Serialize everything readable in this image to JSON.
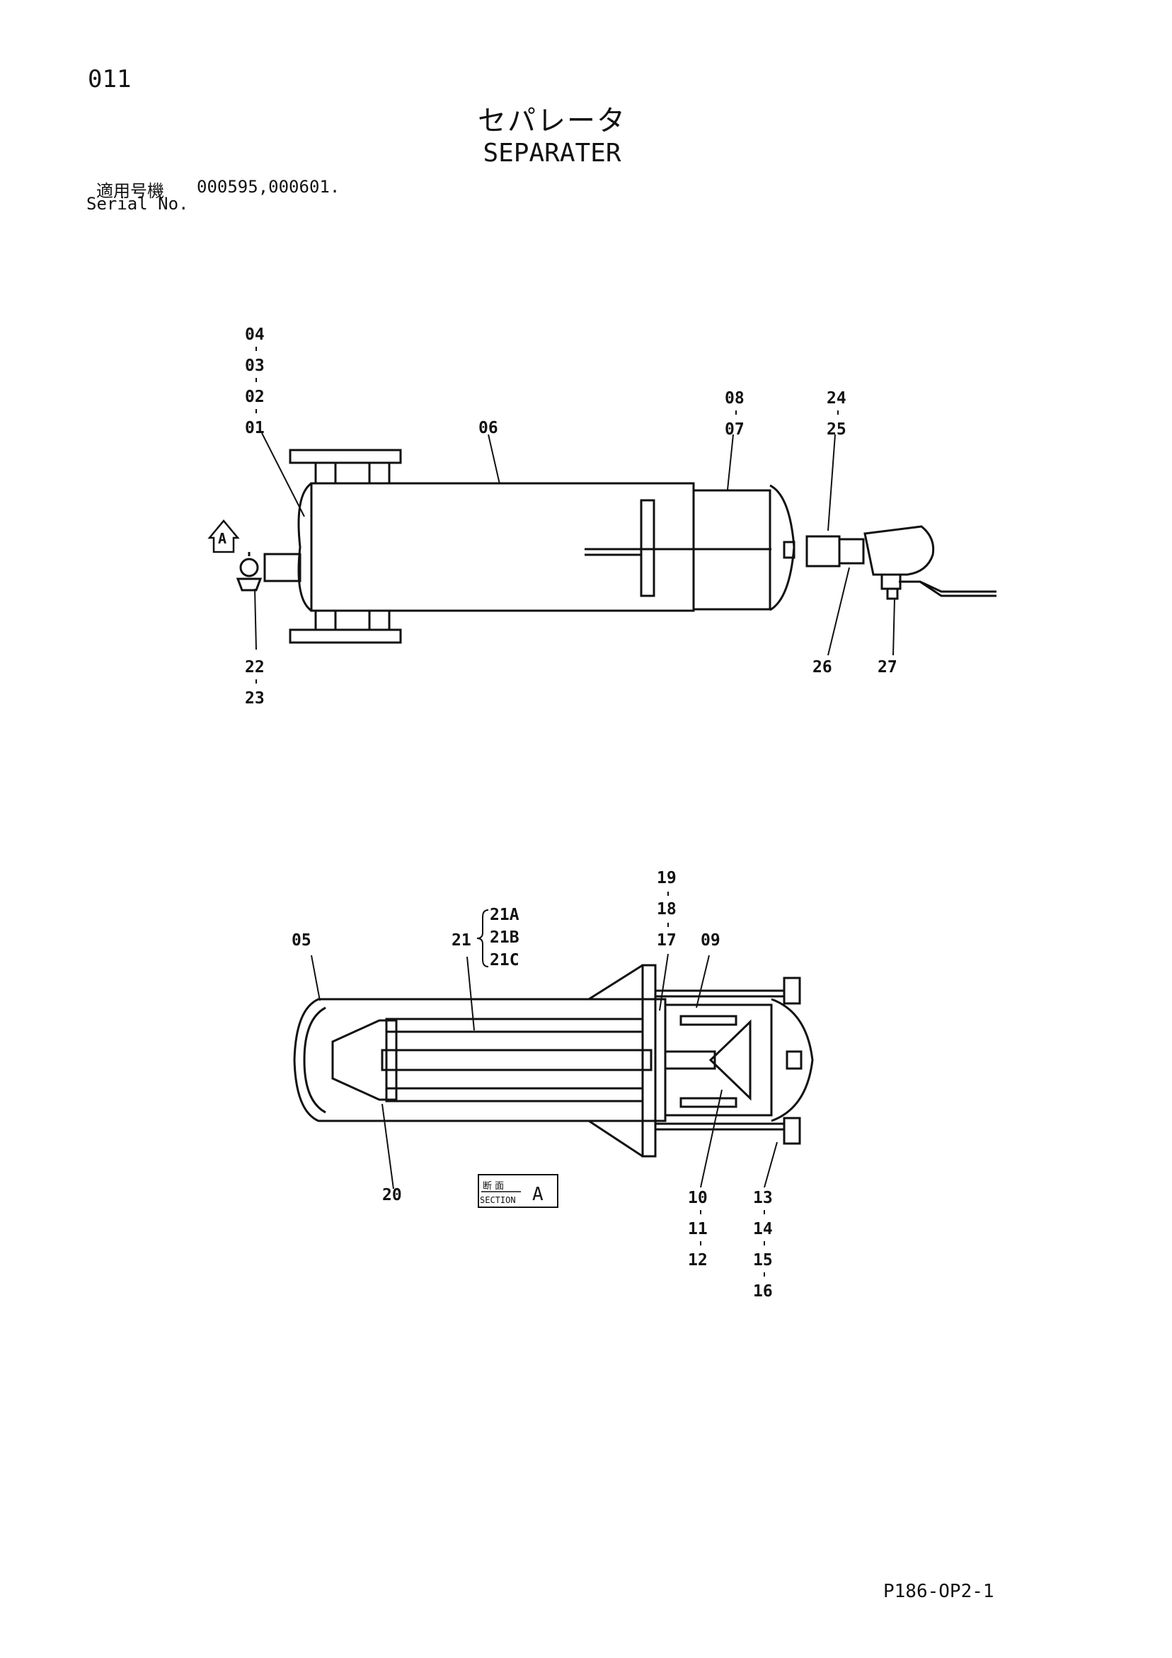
{
  "page_number": "011",
  "title_jp": "セパレータ",
  "title_en": "SEPARATER",
  "serial": {
    "label_jp": "適用号機",
    "label_en": "Serial No.",
    "value": "000595,000601."
  },
  "top_view": {
    "labels": {
      "l04": "04",
      "l03": "03",
      "l02": "02",
      "l01": "01",
      "l06": "06",
      "l08": "08",
      "l07": "07",
      "l24": "24",
      "l25": "25",
      "l22": "22",
      "l23": "23",
      "l26": "26",
      "l27": "27",
      "view_marker": "A"
    }
  },
  "section_view": {
    "labels": {
      "l19": "19",
      "l18": "18",
      "l17": "17",
      "l09": "09",
      "l05": "05",
      "l21": "21",
      "l21a": "21A",
      "l21b": "21B",
      "l21c": "21C",
      "l20": "20",
      "l10": "10",
      "l11": "11",
      "l12": "12",
      "l13": "13",
      "l14": "14",
      "l15": "15",
      "l16": "16"
    },
    "section_box": {
      "jp": "断 面",
      "en": "SECTION",
      "letter": "A"
    }
  },
  "doc_code": "P186-OP2-1"
}
